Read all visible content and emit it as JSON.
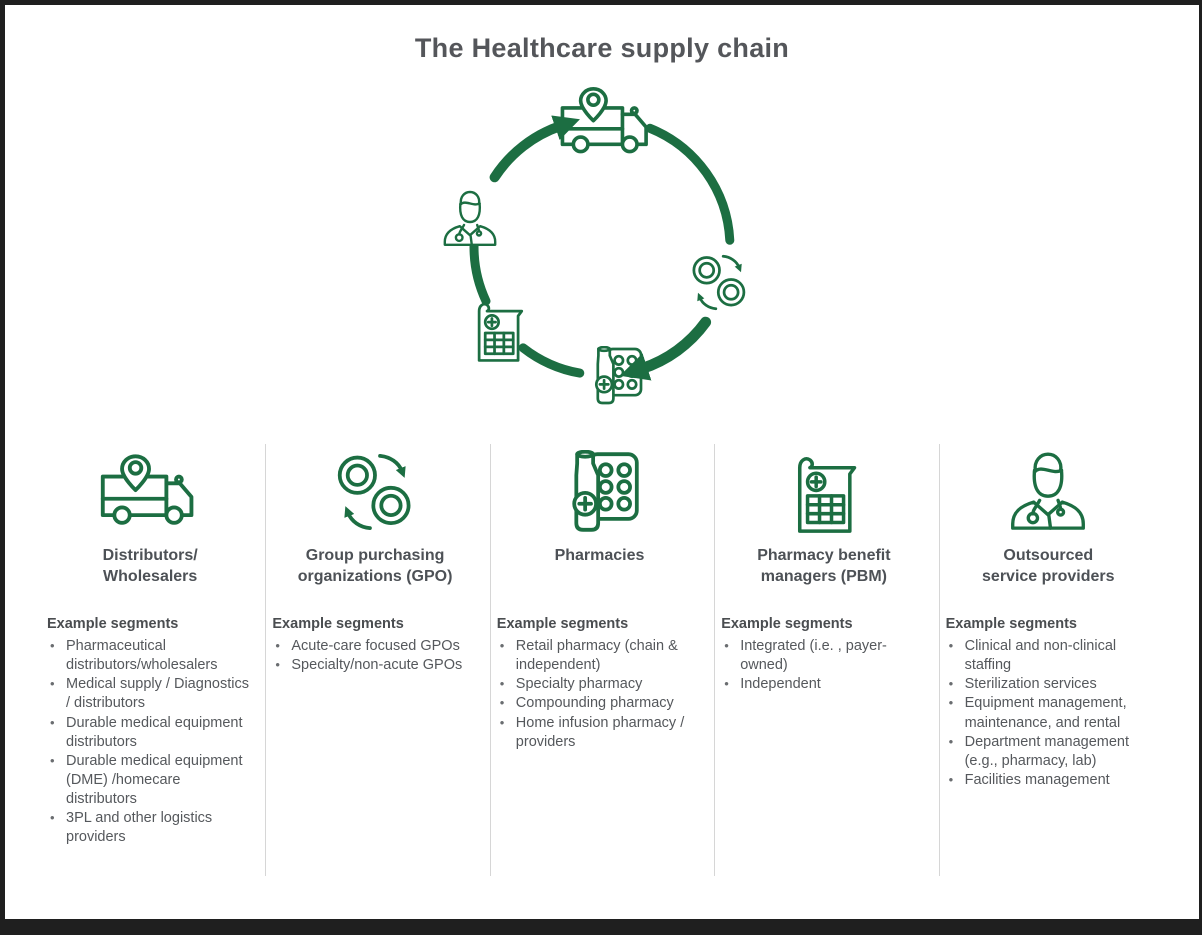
{
  "page": {
    "title": "The Healthcare supply chain"
  },
  "colors": {
    "accent_green": "#1C6E42",
    "heading_text": "#4D5156",
    "body_text": "#55585C",
    "divider": "#D6D6D6",
    "frame": "#1F1F1F"
  },
  "cycle": {
    "description": "Circular clockwise flow of supply chain icons",
    "nodes": [
      {
        "icon": "truck",
        "label_ref": "Distributors/Wholesalers"
      },
      {
        "icon": "gpo",
        "label_ref": "Group purchasing organizations (GPO)"
      },
      {
        "icon": "pharm",
        "label_ref": "Pharmacies"
      },
      {
        "icon": "pbm",
        "label_ref": "Pharmacy benefit managers (PBM)"
      },
      {
        "icon": "clinician",
        "label_ref": "Outsourced service providers"
      }
    ]
  },
  "columns": [
    {
      "id": "distributors",
      "icon": "truck",
      "title": "Distributors/\nWholesalers",
      "segments_heading": "Example segments",
      "bullets": [
        "Pharmaceutical distributors/wholesalers",
        "Medical supply / Diagnostics / distributors",
        "Durable medical equipment distributors",
        "Durable medical equipment (DME) /homecare distributors",
        "3PL and other logistics providers"
      ]
    },
    {
      "id": "gpo",
      "icon": "gpo",
      "title": "Group purchasing\norganizations (GPO)",
      "segments_heading": "Example segments",
      "bullets": [
        "Acute-care focused GPOs",
        "Specialty/non-acute GPOs"
      ]
    },
    {
      "id": "pharmacies",
      "icon": "pharm",
      "title": "Pharmacies",
      "segments_heading": "Example segments",
      "bullets": [
        "Retail pharmacy (chain & independent)",
        "Specialty pharmacy",
        "Compounding pharmacy",
        "Home infusion pharmacy / providers"
      ]
    },
    {
      "id": "pbm",
      "icon": "pbm",
      "title": "Pharmacy benefit\nmanagers (PBM)",
      "segments_heading": "Example segments",
      "bullets": [
        "Integrated (i.e. , payer-owned)",
        "Independent"
      ]
    },
    {
      "id": "outsourced",
      "icon": "clinician",
      "title": "Outsourced\nservice providers",
      "segments_heading": "Example segments",
      "bullets": [
        "Clinical and non-clinical staffing",
        "Sterilization services",
        "Equipment management, maintenance, and rental",
        "Department management (e.g., pharmacy, lab)",
        "Facilities management"
      ]
    }
  ]
}
